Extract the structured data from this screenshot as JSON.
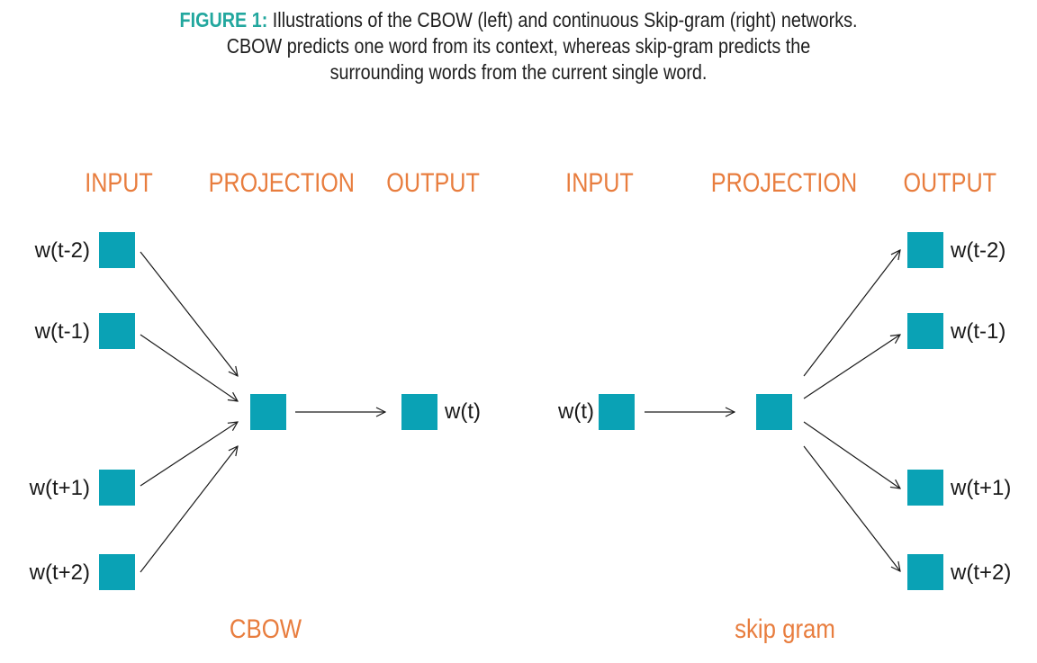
{
  "caption": {
    "label": "FIGURE 1:",
    "line1": "Illustrations of the CBOW (left) and continuous Skip-gram (right) networks.",
    "line2": "CBOW predicts one word from its context, whereas skip-gram predicts the",
    "line3": "surrounding words from the current single word."
  },
  "cbow": {
    "headers": {
      "input": "INPUT",
      "projection": "PROJECTION",
      "output": "OUTPUT"
    },
    "inputs": [
      "w(t-2)",
      "w(t-1)",
      "w(t+1)",
      "w(t+2)"
    ],
    "output": "w(t)",
    "name": "CBOW"
  },
  "skipgram": {
    "headers": {
      "input": "INPUT",
      "projection": "PROJECTION",
      "output": "OUTPUT"
    },
    "input": "w(t)",
    "outputs": [
      "w(t-2)",
      "w(t-1)",
      "w(t+1)",
      "w(t+2)"
    ],
    "name": "skip gram"
  },
  "colors": {
    "node": "#0aa2b5",
    "heading": "#e87d3e",
    "figure_label": "#22a79e",
    "arrow": "#1a1a1a"
  }
}
